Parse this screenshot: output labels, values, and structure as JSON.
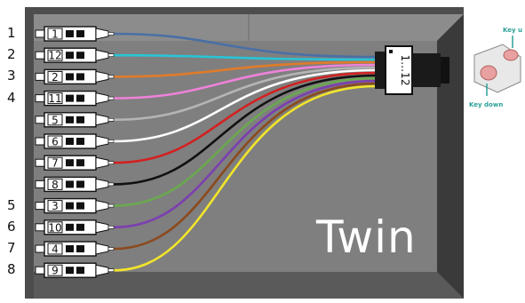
{
  "connectors": [
    {
      "id": "conn-1",
      "label": "1",
      "fiber_color": "#4a6fa5",
      "row_number": "1"
    },
    {
      "id": "conn-12",
      "label": "12",
      "fiber_color": "#29c4d6",
      "row_number": "2"
    },
    {
      "id": "conn-2",
      "label": "2",
      "fiber_color": "#e07b2a",
      "row_number": "3"
    },
    {
      "id": "conn-11",
      "label": "11",
      "fiber_color": "#ee82d9",
      "row_number": "4"
    },
    {
      "id": "conn-5",
      "label": "5",
      "fiber_color": "#b5b5b5",
      "row_number": ""
    },
    {
      "id": "conn-6",
      "label": "6",
      "fiber_color": "#ffffff",
      "row_number": ""
    },
    {
      "id": "conn-7",
      "label": "7",
      "fiber_color": "#d42020",
      "row_number": ""
    },
    {
      "id": "conn-8",
      "label": "8",
      "fiber_color": "#111111",
      "row_number": ""
    },
    {
      "id": "conn-3",
      "label": "3",
      "fiber_color": "#6aa84f",
      "row_number": "5"
    },
    {
      "id": "conn-10",
      "label": "10",
      "fiber_color": "#7b3fb0",
      "row_number": "6"
    },
    {
      "id": "conn-4",
      "label": "4",
      "fiber_color": "#8b4a1e",
      "row_number": "7"
    },
    {
      "id": "conn-9",
      "label": "9",
      "fiber_color": "#f2e52a",
      "row_number": "8"
    }
  ],
  "mpo_label": "1…12",
  "brand_text": "Twin",
  "key_up_label": "Key u",
  "key_down_label": "Key down",
  "colors": {
    "box_floor": "#7f7f7f",
    "box_wall": "#4d4d4d",
    "box_wall_dark": "#3a3a3a",
    "accent_teal": "#2aa198"
  }
}
